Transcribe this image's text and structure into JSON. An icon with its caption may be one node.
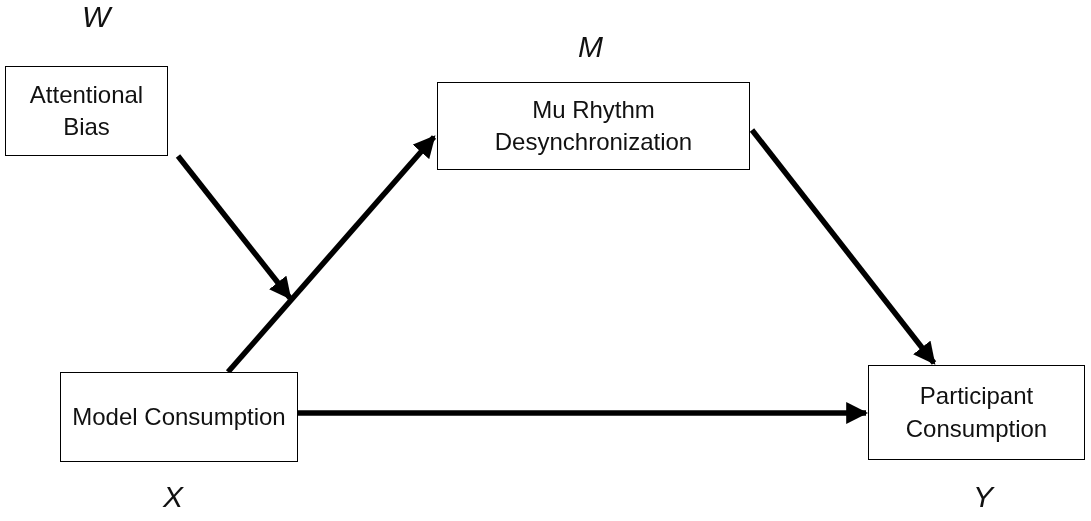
{
  "diagram": {
    "nodes": [
      {
        "text": [
          "Attentional Bias"
        ],
        "beside": [
          "W"
        ]
      },
      {
        "text": [
          "Mu Rhythm Desynchronization"
        ],
        "beside": [
          "M"
        ]
      },
      {
        "text": [
          "Model Consumption"
        ],
        "beside": [
          "X"
        ]
      },
      {
        "text": [
          "Participant Consumption"
        ],
        "beside": [
          "Y"
        ]
      }
    ],
    "edges": [
      {
        "from": 2,
        "to": 1,
        "arrow": "to"
      },
      {
        "from": 1,
        "to": 3,
        "arrow": "to"
      },
      {
        "from": 2,
        "to": 3,
        "arrow": "to"
      },
      {
        "from": 0,
        "to": null,
        "arrow": "to"
      }
    ]
  }
}
